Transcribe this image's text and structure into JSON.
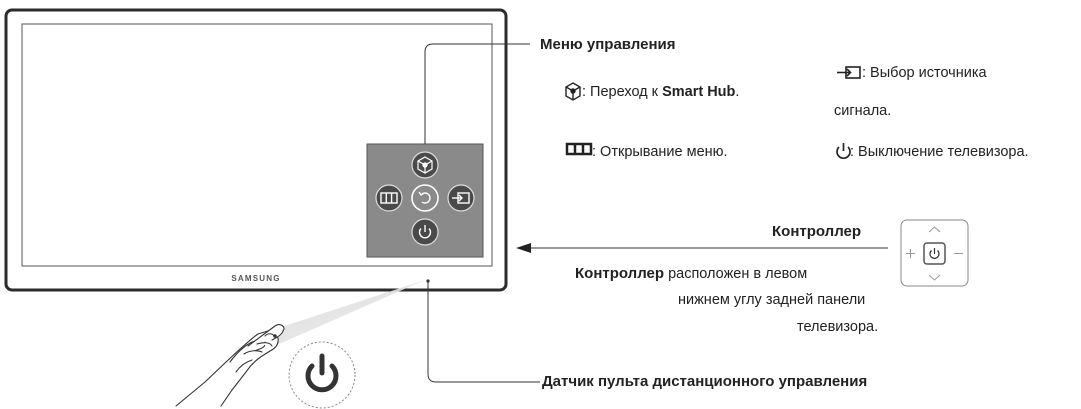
{
  "tv": {
    "brand": "SAMSUNG"
  },
  "control_menu": {
    "title": "Меню управления",
    "items": [
      {
        "icon": "smart-hub-icon",
        "text_before": ": Переход к ",
        "text_bold": "Smart Hub",
        "text_after": "."
      },
      {
        "icon": "source-icon",
        "line1": ": Выбор источника",
        "line2": "сигнала."
      },
      {
        "icon": "menu-icon",
        "text": ": Открывание меню."
      },
      {
        "icon": "power-icon",
        "text": ": Выключение телевизора."
      }
    ],
    "center_icon": "return-icon"
  },
  "controller": {
    "title": "Контроллер",
    "description": {
      "bold": "Контроллер",
      "line1_rest": " расположен в левом",
      "line2": "нижнем углу задней панели",
      "line3": "телевизора."
    }
  },
  "remote_sensor": {
    "label": "Датчик пульта дистанционного управления"
  },
  "colors": {
    "bezel": "#2b2b2b",
    "panel_bg": "#8a8a8a",
    "button_fill": "#4a4a4a",
    "line": "#333333"
  }
}
